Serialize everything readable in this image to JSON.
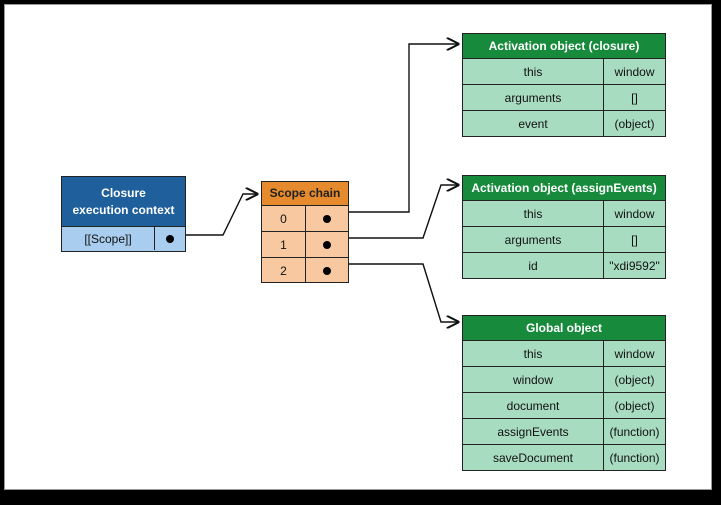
{
  "closure_context": {
    "title_line1": "Closure",
    "title_line2": "execution context",
    "scope_label": "[[Scope]]"
  },
  "scope_chain": {
    "title": "Scope chain",
    "indices": [
      "0",
      "1",
      "2"
    ]
  },
  "activation_closure": {
    "title": "Activation object (closure)",
    "rows": [
      {
        "key": "this",
        "value": "window"
      },
      {
        "key": "arguments",
        "value": "[]"
      },
      {
        "key": "event",
        "value": "(object)"
      }
    ]
  },
  "activation_assign": {
    "title": "Activation object (assignEvents)",
    "rows": [
      {
        "key": "this",
        "value": "window"
      },
      {
        "key": "arguments",
        "value": "[]"
      },
      {
        "key": "id",
        "value": "\"xdi9592\""
      }
    ]
  },
  "global_object": {
    "title": "Global object",
    "rows": [
      {
        "key": "this",
        "value": "window"
      },
      {
        "key": "window",
        "value": "(object)"
      },
      {
        "key": "document",
        "value": "(object)"
      },
      {
        "key": "assignEvents",
        "value": "(function)"
      },
      {
        "key": "saveDocument",
        "value": "(function)"
      }
    ]
  }
}
